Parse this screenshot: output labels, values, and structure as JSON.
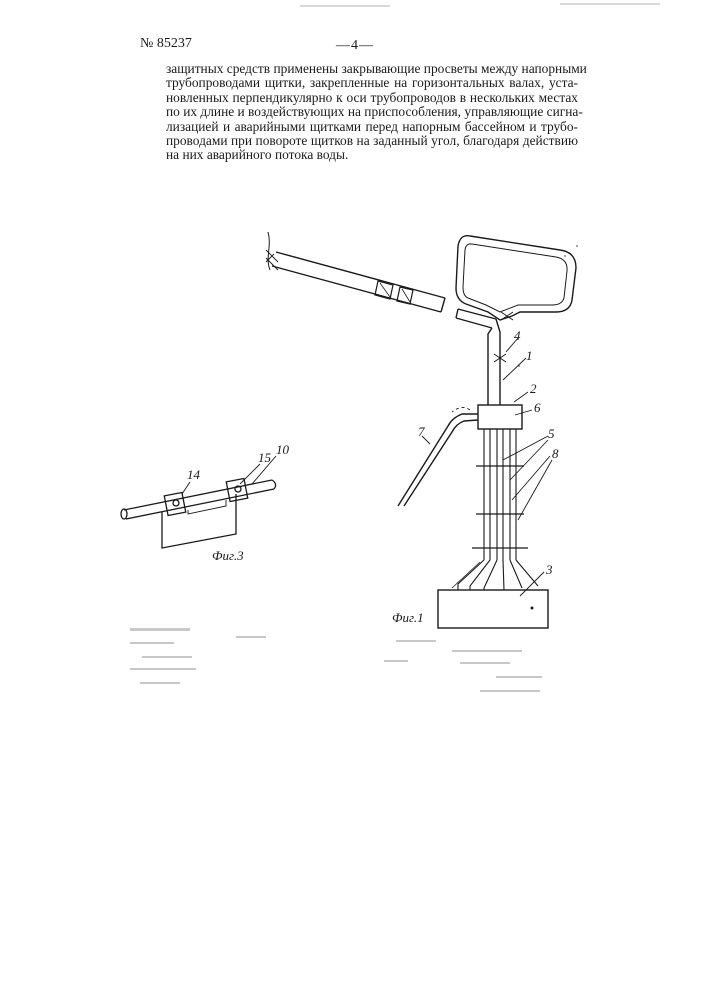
{
  "header": {
    "patent_number": "№ 85237",
    "page_number": "—4—"
  },
  "body_text": [
    "защитных средств применены закрывающие просветы между напорными",
    "трубопроводами щитки, закрепленные на горизонтальных валах, уста-",
    "новленных перпендикулярно к оси трубопроводов в нескольких местах",
    "по их длине и воздействующих на приспособления, управляющие сигна-",
    "лизацией и аварийными щитками перед напорным бассейном  и трубо-",
    "проводами при повороте щитков на заданный угол, благодаря действию",
    "на них аварийного потока воды."
  ],
  "figure1": {
    "caption": "Фиг.1",
    "labels": [
      "4",
      "1",
      "2",
      "6",
      "7",
      "5",
      "8",
      "3"
    ]
  },
  "figure3": {
    "caption": "Фиг.3",
    "labels": [
      "14",
      "15",
      "10"
    ]
  }
}
